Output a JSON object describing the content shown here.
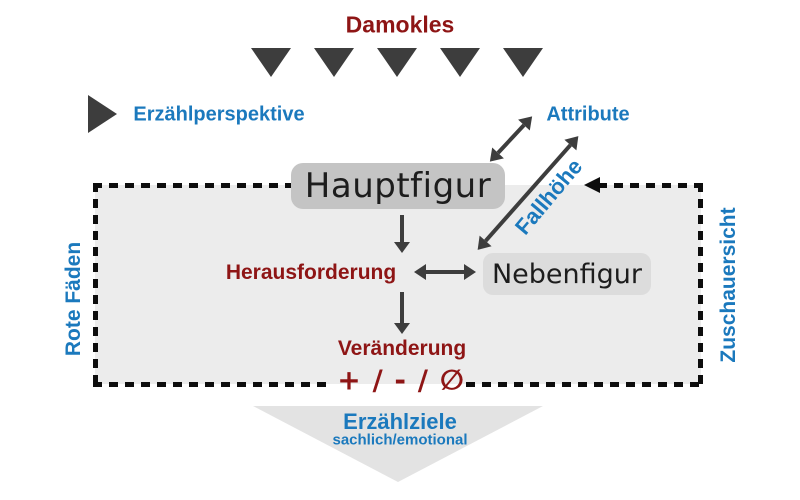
{
  "labels": {
    "damokles": "Damokles",
    "erzaehlperspektive": "Erzählperspektive",
    "attribute": "Attribute",
    "hauptfigur": "Hauptfigur",
    "fallhoehe": "Fallhöhe",
    "herausforderung": "Herausforderung",
    "nebenfigur": "Nebenfigur",
    "veraenderung": "Veränderung",
    "outcome_symbols": "+ / - / ∅",
    "rote_faeden": "Rote Fäden",
    "zuschauersicht": "Zuschauersicht",
    "erzaehlziele": "Erzählziele",
    "erzaehlziele_sub": "sachlich/emotional"
  },
  "icons": {
    "damokles_swords": {
      "name": "triangle-down-icon",
      "count": 5
    },
    "erzaehlperspektive_pointer": "triangle-right-icon",
    "zuschauersicht_pointer": "arrowhead-left-icon",
    "funnel": "funnel-triangle-icon"
  },
  "colors": {
    "dark_red": "#8e1515",
    "blue": "#1b79bd",
    "arrow_gray": "#3d3d3d",
    "dash_black": "#0d0d0d",
    "panel_fill": "#ececec",
    "hauptfigur_bg": "#c4c4c4",
    "nebenfigur_bg": "#dcdcdc",
    "funnel_fill": "#e3e3e3"
  }
}
